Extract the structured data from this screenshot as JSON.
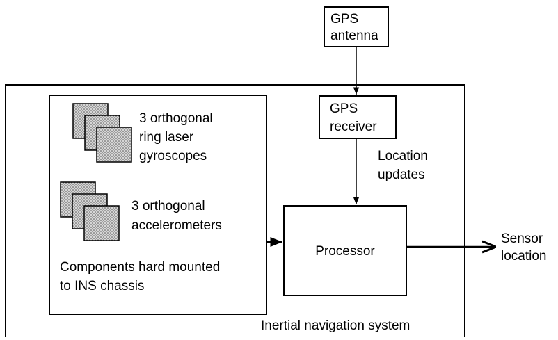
{
  "gps_antenna": {
    "line1": "GPS",
    "line2": "antenna"
  },
  "gps_receiver": {
    "line1": "GPS",
    "line2": "receiver"
  },
  "location_updates": {
    "line1": "Location",
    "line2": "updates"
  },
  "gyroscopes": {
    "line1": "3 orthogonal",
    "line2": "ring laser",
    "line3": "gyroscopes"
  },
  "accelerometers": {
    "line1": "3 orthogonal",
    "line2": "accelerometers"
  },
  "components": {
    "line1": "Components hard mounted",
    "line2": "to INS chassis"
  },
  "processor": {
    "label": "Processor"
  },
  "sensor_location": {
    "line1": "Sensor",
    "line2": "location"
  },
  "ins": {
    "label": "Inertial navigation system"
  },
  "colors": {
    "stroke": "#000000",
    "background": "#ffffff",
    "dot_fill": "#8a8a8a"
  },
  "icons": {
    "gyroscope_stack": "stacked-dotted-squares-icon",
    "accelerometer_stack": "stacked-dotted-squares-icon"
  }
}
